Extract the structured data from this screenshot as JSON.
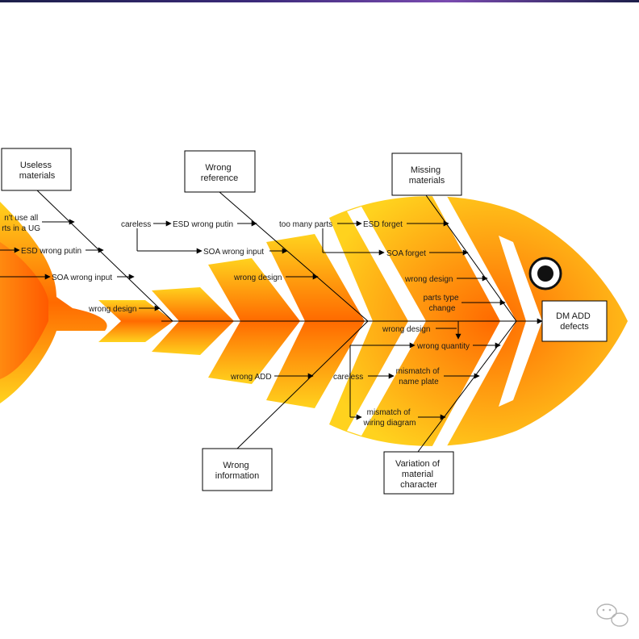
{
  "colors": {
    "fish_light": "#ffd21e",
    "fish_dark": "#ff6a00",
    "fin_dark": "#ff7a10",
    "eye": "#111111"
  },
  "head": {
    "lines": [
      "DM ADD",
      "defects"
    ]
  },
  "categories": {
    "useless_materials": {
      "lines": [
        "Useless",
        "materials"
      ]
    },
    "wrong_reference": {
      "lines": [
        "Wrong",
        "reference"
      ]
    },
    "missing_materials": {
      "lines": [
        "Missing",
        "materials"
      ]
    },
    "wrong_information": {
      "lines": [
        "Wrong",
        "information"
      ]
    },
    "variation_material": {
      "lines": [
        "Variation of",
        "material",
        "character"
      ]
    }
  },
  "causes": {
    "cant_use_all": [
      "n't use all",
      "rts in a UG"
    ],
    "esd_wrong_putin_1": "ESD wrong putin",
    "soa_wrong_input_1": "SOA wrong input",
    "wrong_design_1": "wrong design",
    "careless_1": "careless",
    "esd_wrong_putin_2": "ESD wrong putin",
    "soa_wrong_input_2": "SOA wrong input",
    "wrong_design_2": "wrong design",
    "too_many_parts": "too many parts",
    "esd_forget": "ESD forget",
    "soa_forget": "SOA forget",
    "wrong_design_3": "wrong design",
    "parts_type_change": [
      "parts type",
      "change"
    ],
    "wrong_design_4": "wrong design",
    "wrong_quantity": "wrong quantity",
    "wrong_add": "wrong ADD",
    "careless_2": "careless",
    "mismatch_name_plate": [
      "mismatch of",
      "name plate"
    ],
    "mismatch_wiring": [
      "mismatch of",
      "wiring diagram"
    ]
  }
}
